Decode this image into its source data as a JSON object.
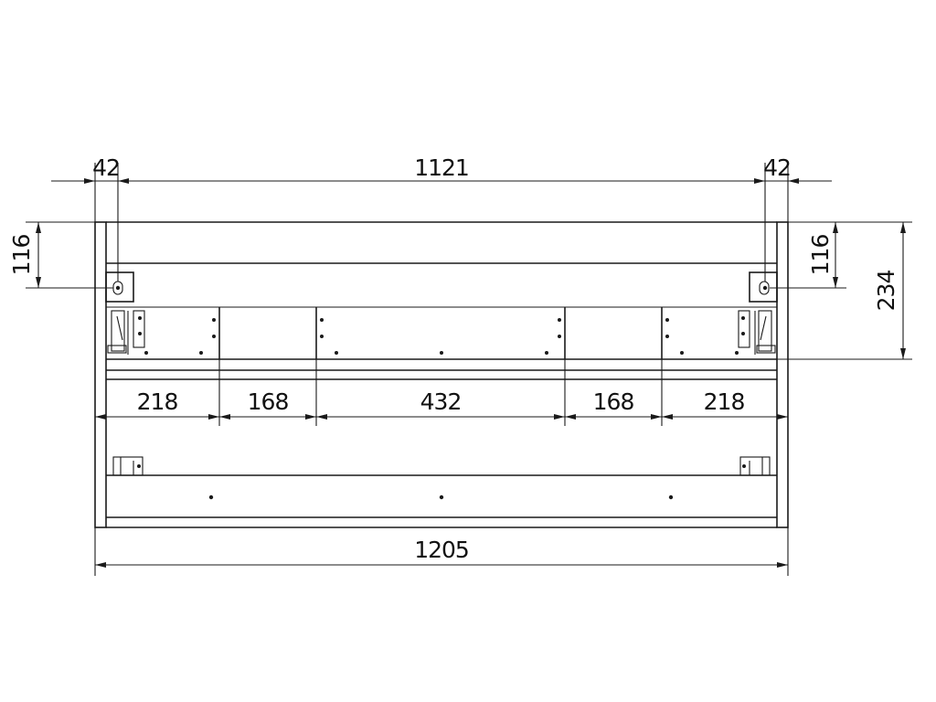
{
  "drawing": {
    "line_color": "#1a1a1a",
    "dimensions": {
      "top_left_offset": "42",
      "top_span": "1121",
      "top_right_offset": "42",
      "left_height": "116",
      "right_height": "116",
      "right_total_height": "234",
      "drawer_1": "218",
      "drawer_2": "168",
      "drawer_3": "432",
      "drawer_4": "168",
      "drawer_5": "218",
      "overall_width": "1205"
    }
  }
}
